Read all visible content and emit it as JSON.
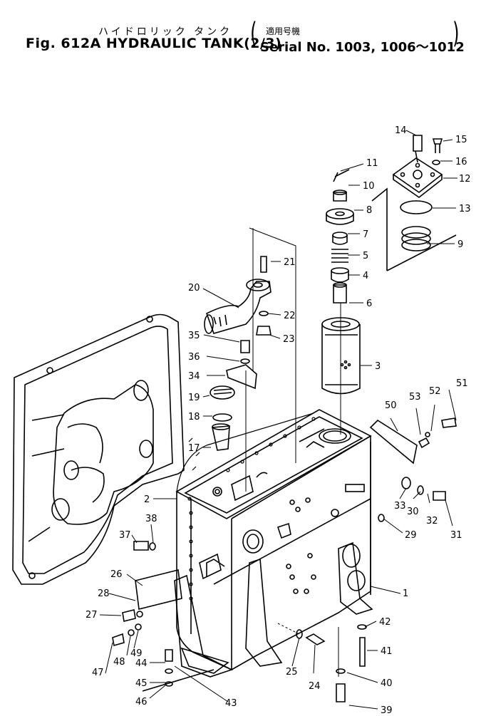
{
  "header": {
    "title_jp": "ハイドロリック タンク",
    "title": "Fig. 612A HYDRAULIC TANK(2/3)",
    "serial_jp": "適用号機",
    "serial": "Serial No. 1003, 1006～1012"
  },
  "callouts": [
    "1",
    "2",
    "3",
    "4",
    "5",
    "6",
    "7",
    "8",
    "9",
    "10",
    "11",
    "12",
    "13",
    "14",
    "15",
    "16",
    "17",
    "18",
    "19",
    "20",
    "21",
    "22",
    "23",
    "24",
    "25",
    "26",
    "27",
    "28",
    "29",
    "30",
    "31",
    "32",
    "33",
    "34",
    "35",
    "36",
    "37",
    "38",
    "39",
    "40",
    "41",
    "42",
    "43",
    "44",
    "45",
    "46",
    "47",
    "48",
    "49",
    "50",
    "51",
    "52",
    "53"
  ]
}
